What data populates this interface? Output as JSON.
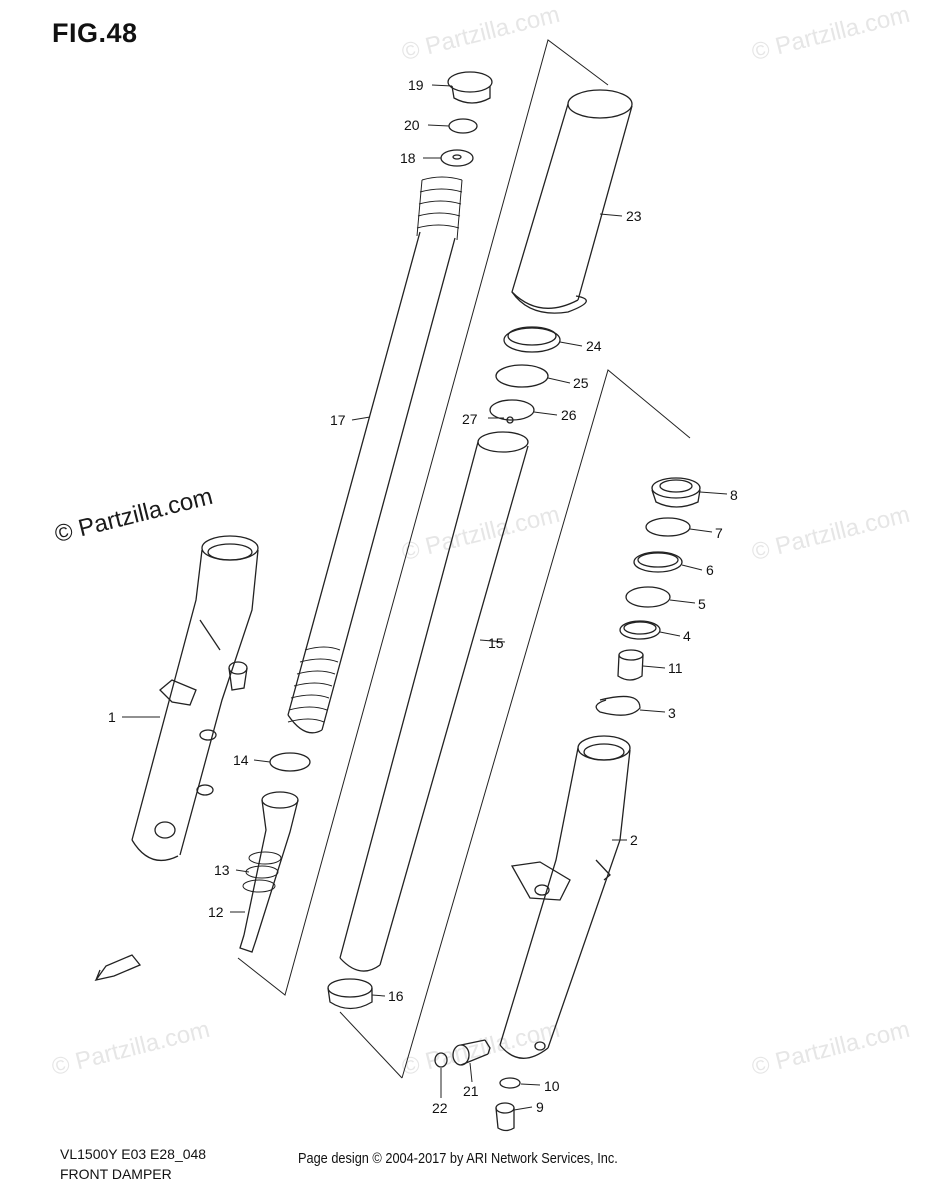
{
  "figure_title": "FIG.48",
  "watermark_main": "© Partzilla.com",
  "watermark_small": "© Partzilla.com",
  "callouts": {
    "1": "1",
    "2": "2",
    "3": "3",
    "4": "4",
    "5": "5",
    "6": "6",
    "7": "7",
    "8": "8",
    "9": "9",
    "10": "10",
    "11": "11",
    "12": "12",
    "13": "13",
    "14": "14",
    "15": "15",
    "16": "16",
    "17": "17",
    "18": "18",
    "19": "19",
    "20": "20",
    "21": "21",
    "22": "22",
    "23": "23",
    "24": "24",
    "25": "25",
    "26": "26",
    "27": "27"
  },
  "footer": {
    "model_code": "VL1500Y E03 E28_048",
    "section_name": "FRONT DAMPER",
    "credit": "Page design © 2004-2017 by ARI Network Services, Inc."
  }
}
